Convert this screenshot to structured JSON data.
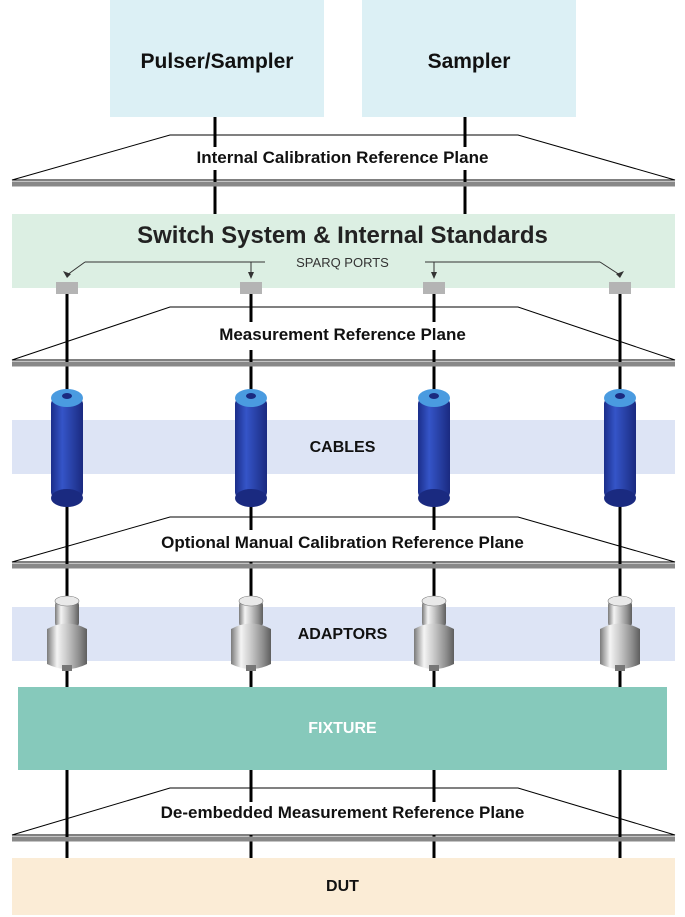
{
  "blocks": {
    "pulser_sampler": "Pulser/Sampler",
    "sampler": "Sampler",
    "switch_system": "Switch System & Internal Standards",
    "sparq_ports": "SPARQ PORTS",
    "cables": "CABLES",
    "adaptors": "ADAPTORS",
    "fixture": "FIXTURE",
    "dut": "DUT"
  },
  "planes": {
    "internal_calibration": "Internal Calibration Reference Plane",
    "measurement": "Measurement Reference Plane",
    "optional_manual": "Optional Manual Calibration Reference Plane",
    "de_embedded": "De-embedded Measurement Reference Plane"
  },
  "colors": {
    "instrument_box": "#dcf0f5",
    "switch_band": "#dcefe3",
    "cable_band": "#dde4f5",
    "fixture": "#86c9bb",
    "dut": "#fbecd6",
    "cable": "#2a48b6",
    "cable_top": "#4a9be0",
    "port": "#b4b4b4"
  },
  "port_count": 4
}
